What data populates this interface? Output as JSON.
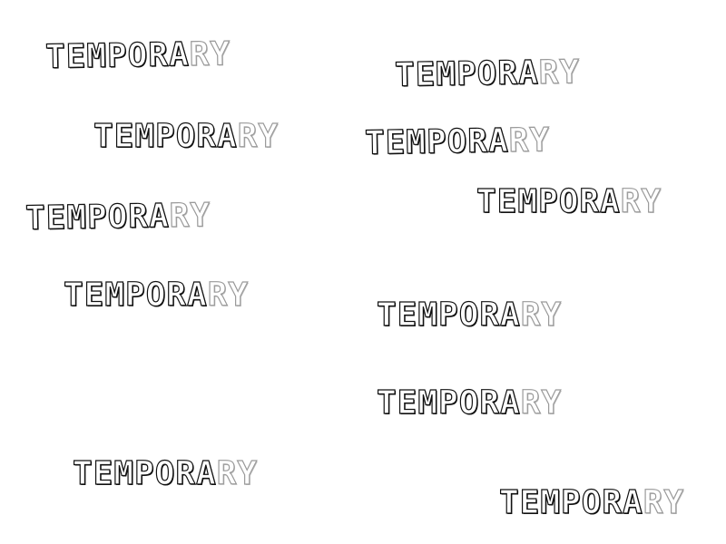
{
  "words": [
    {
      "main": "TEMPORA",
      "tail": "RY"
    },
    {
      "main": "TEMPORA",
      "tail": "RY"
    },
    {
      "main": "TEMPORA",
      "tail": "RY"
    },
    {
      "main": "TEMPORA",
      "tail": "RY"
    },
    {
      "main": "TEMPORA",
      "tail": "RY"
    },
    {
      "main": "TEMPORA",
      "tail": "RY"
    },
    {
      "main": "TEMPORA",
      "tail": "RY"
    },
    {
      "main": "TEMPORA",
      "tail": "RY"
    },
    {
      "main": "TEMPORA",
      "tail": "RY"
    },
    {
      "main": "TEMPORA",
      "tail": "RY"
    },
    {
      "main": "TEMPORA",
      "tail": "RY"
    }
  ],
  "colors": {
    "background": "#ffffff",
    "ink": "#111111",
    "faded_ink": "#9a9a9a"
  }
}
